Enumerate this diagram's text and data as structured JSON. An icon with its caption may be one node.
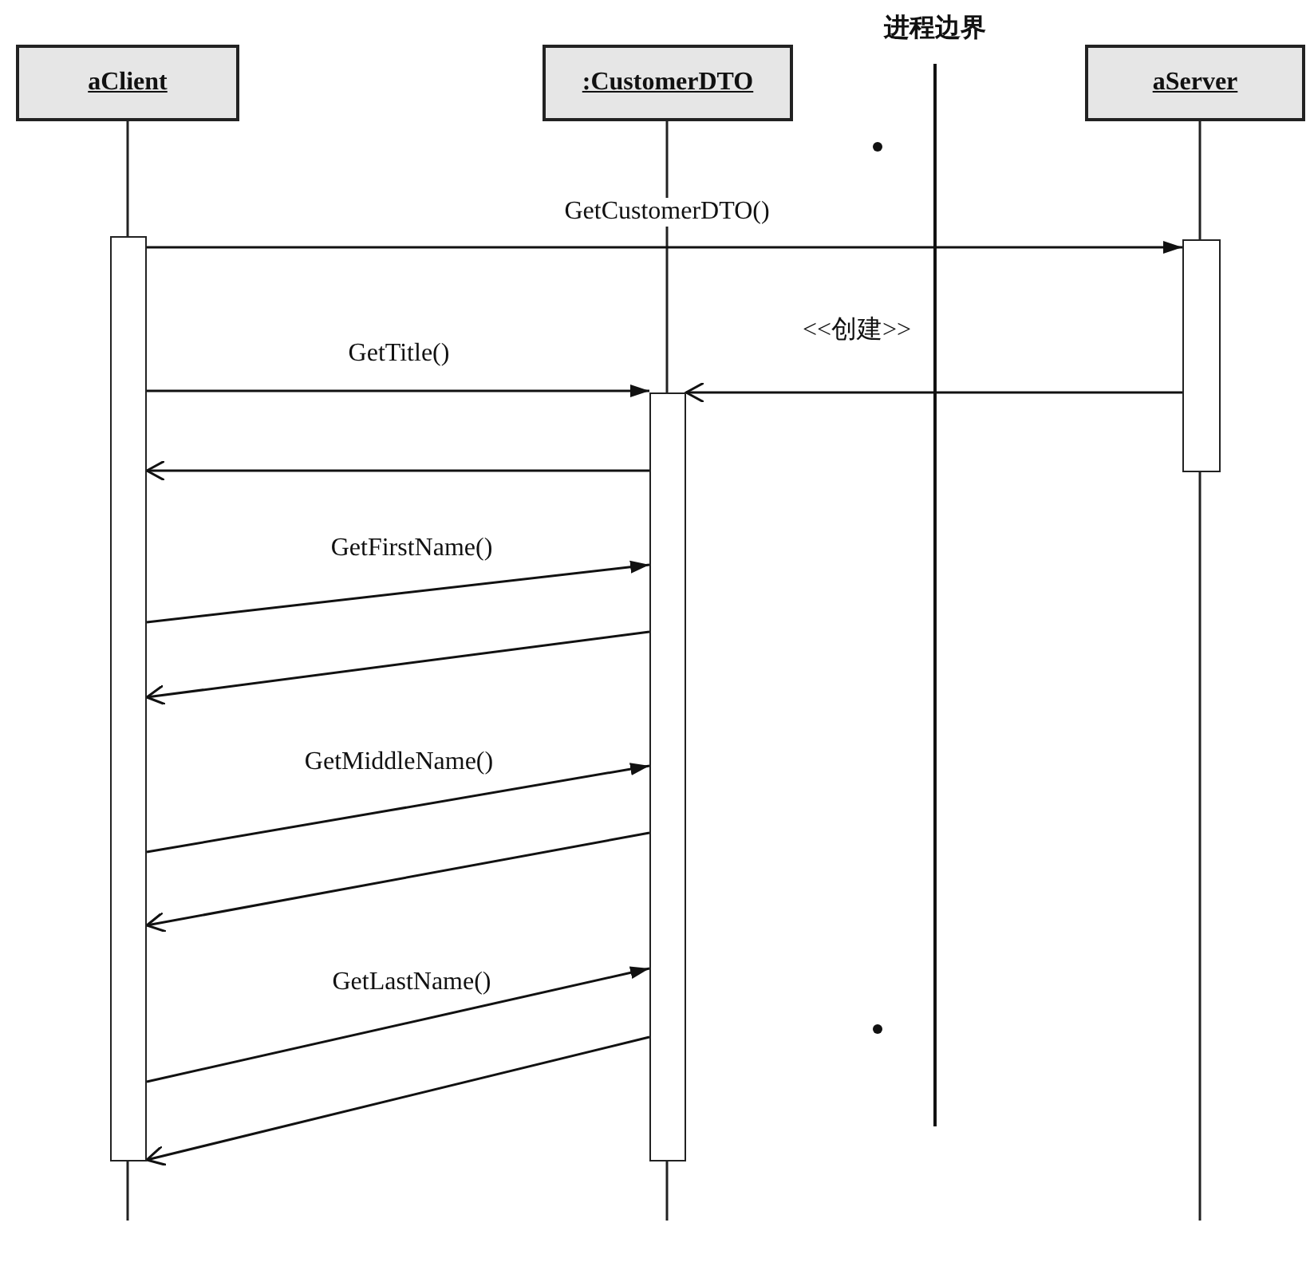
{
  "diagram": {
    "nodes": [
      {
        "text": [
          "aClient"
        ]
      },
      {
        "text": [
          ":CustomerDTO"
        ]
      },
      {
        "text": [
          "aServer"
        ]
      },
      {
        "text": [],
        "shape": "bar"
      },
      {
        "text": [],
        "shape": "bar"
      },
      {
        "text": [],
        "shape": "bar"
      }
    ],
    "edges": [
      {
        "from": 3,
        "to": 5,
        "arrow": "to",
        "label": "GetCustomerDTO()"
      },
      {
        "from": 5,
        "to": 4,
        "arrow": "to",
        "label": "<<创建>>"
      },
      {
        "from": 3,
        "to": 4,
        "arrow": "to",
        "label": "GetTitle()"
      },
      {
        "from": 4,
        "to": 3,
        "arrow": "to"
      },
      {
        "from": 3,
        "to": 4,
        "arrow": "to",
        "label": "GetFirstName()"
      },
      {
        "from": 4,
        "to": 3,
        "arrow": "to"
      },
      {
        "from": 3,
        "to": 4,
        "arrow": "to",
        "label": "GetMiddleName()"
      },
      {
        "from": 4,
        "to": 3,
        "arrow": "to"
      },
      {
        "from": 3,
        "to": 4,
        "arrow": "to",
        "label": "GetLastName()"
      },
      {
        "from": 4,
        "to": 3,
        "arrow": "to"
      }
    ],
    "labels": [
      "进程边界"
    ]
  }
}
